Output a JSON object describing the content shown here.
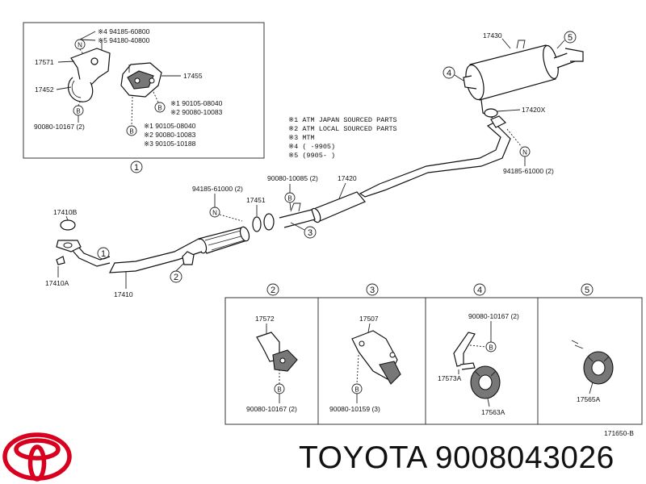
{
  "inset1": {
    "n_codes": [
      "※4  94185-60800",
      "※5  94180-40800"
    ],
    "labels": [
      "17571",
      "17452",
      "17455",
      "90080-10167 (2)"
    ],
    "b_right": [
      "※1  90105-08040",
      "※2  90080-10083"
    ],
    "b_low": [
      "※1  90105-08040",
      "※2  90080-10083",
      "※3  90105-10188"
    ],
    "ref": "1"
  },
  "legend": [
    "※1  ATM  JAPAN SOURCED PARTS",
    "※2  ATM  LOCAL SOURCED PARTS",
    "※3  MTM",
    "※4  (      -9905)",
    "※5  (9905-       )"
  ],
  "main": {
    "p17430": "17430",
    "p17420x": "17420X",
    "p94185_61000_right": "94185-61000 (2)",
    "p90080_10085": "90080-10085 (2)",
    "p17420": "17420",
    "p94185_61000_left": "94185-61000 (2)",
    "p17451": "17451",
    "p17410b": "17410B",
    "p17410a": "17410A",
    "p17410": "17410",
    "c1": "1",
    "c2": "2",
    "c3": "3",
    "c4": "4",
    "c5": "5"
  },
  "symbols": {
    "nut": "N",
    "bolt": "B"
  },
  "panels": [
    {
      "ref": "2",
      "labels": [
        "17572",
        "90080-10167 (2)"
      ]
    },
    {
      "ref": "3",
      "labels": [
        "17507",
        "90080-10159 (3)"
      ]
    },
    {
      "ref": "4",
      "labels": [
        "90080-10167 (2)",
        "17573A",
        "17563A"
      ]
    },
    {
      "ref": "5",
      "labels": [
        "17565A"
      ]
    }
  ],
  "diagram_code": "171650-B",
  "brand": "TOYOTA 9008043026",
  "colors": {
    "ink": "#111111",
    "logo": "#d8001e"
  },
  "logo_icon": "toyota-logo"
}
